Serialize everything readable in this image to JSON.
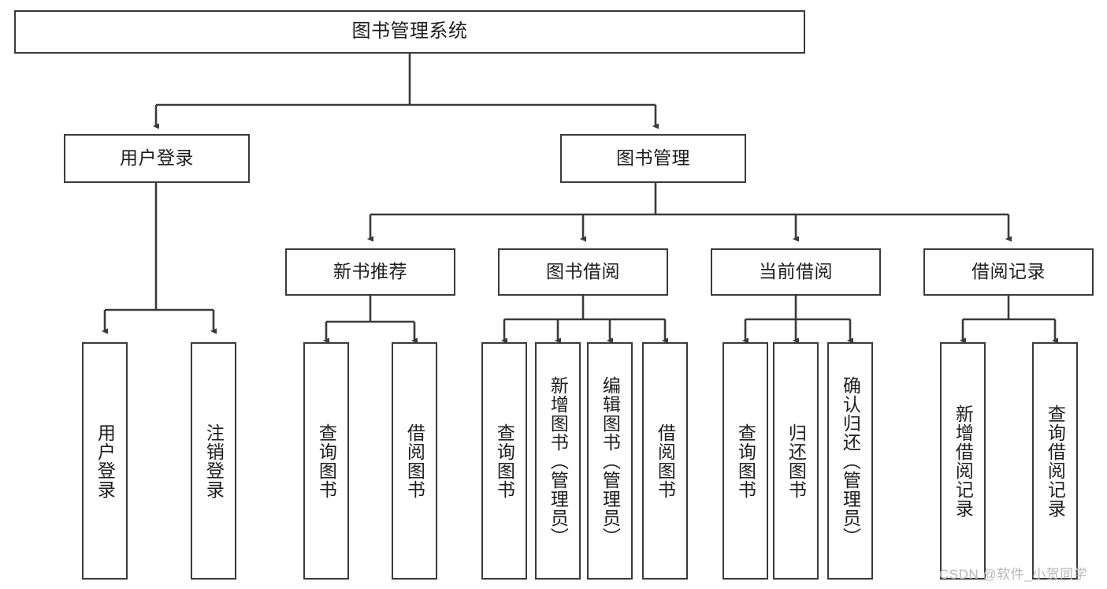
{
  "diagram": {
    "title": "图书管理系统",
    "type": "hierarchy-tree",
    "watermark": "CSDN @软件_小贺同学",
    "style": {
      "box_border_color": "#3a3a3a",
      "box_fill": "#ffffff",
      "line_color": "#3a3a3a",
      "text_color": "#1d1d1d",
      "watermark_color": "#b6b6b6"
    },
    "nodes": {
      "root": {
        "label": "图书管理系统",
        "level": 1,
        "orientation": "horizontal"
      },
      "l2": [
        {
          "label": "用户登录",
          "level": 2,
          "orientation": "horizontal"
        },
        {
          "label": "图书管理",
          "level": 2,
          "orientation": "horizontal"
        }
      ],
      "l3": [
        {
          "label": "新书推荐",
          "level": 3,
          "orientation": "horizontal"
        },
        {
          "label": "图书借阅",
          "level": 3,
          "orientation": "horizontal"
        },
        {
          "label": "当前借阅",
          "level": 3,
          "orientation": "horizontal"
        },
        {
          "label": "借阅记录",
          "level": 3,
          "orientation": "horizontal"
        }
      ],
      "leaves_user_login": [
        {
          "label": "用户登录",
          "orientation": "vertical"
        },
        {
          "label": "注销登录",
          "orientation": "vertical"
        }
      ],
      "leaves_new_books": [
        {
          "label": "查询图书",
          "orientation": "vertical"
        },
        {
          "label": "借阅图书",
          "orientation": "vertical"
        }
      ],
      "leaves_borrow": [
        {
          "label": "查询图书",
          "orientation": "vertical"
        },
        {
          "label": "新增图书（管理员）",
          "orientation": "vertical"
        },
        {
          "label": "编辑图书（管理员）",
          "orientation": "vertical"
        },
        {
          "label": "借阅图书",
          "orientation": "vertical"
        }
      ],
      "leaves_current": [
        {
          "label": "查询图书",
          "orientation": "vertical"
        },
        {
          "label": "归还图书",
          "orientation": "vertical"
        },
        {
          "label": "确认归还（管理员）",
          "orientation": "vertical"
        }
      ],
      "leaves_records": [
        {
          "label": "新增借阅记录",
          "orientation": "vertical"
        },
        {
          "label": "查询借阅记录",
          "orientation": "vertical"
        }
      ]
    }
  }
}
